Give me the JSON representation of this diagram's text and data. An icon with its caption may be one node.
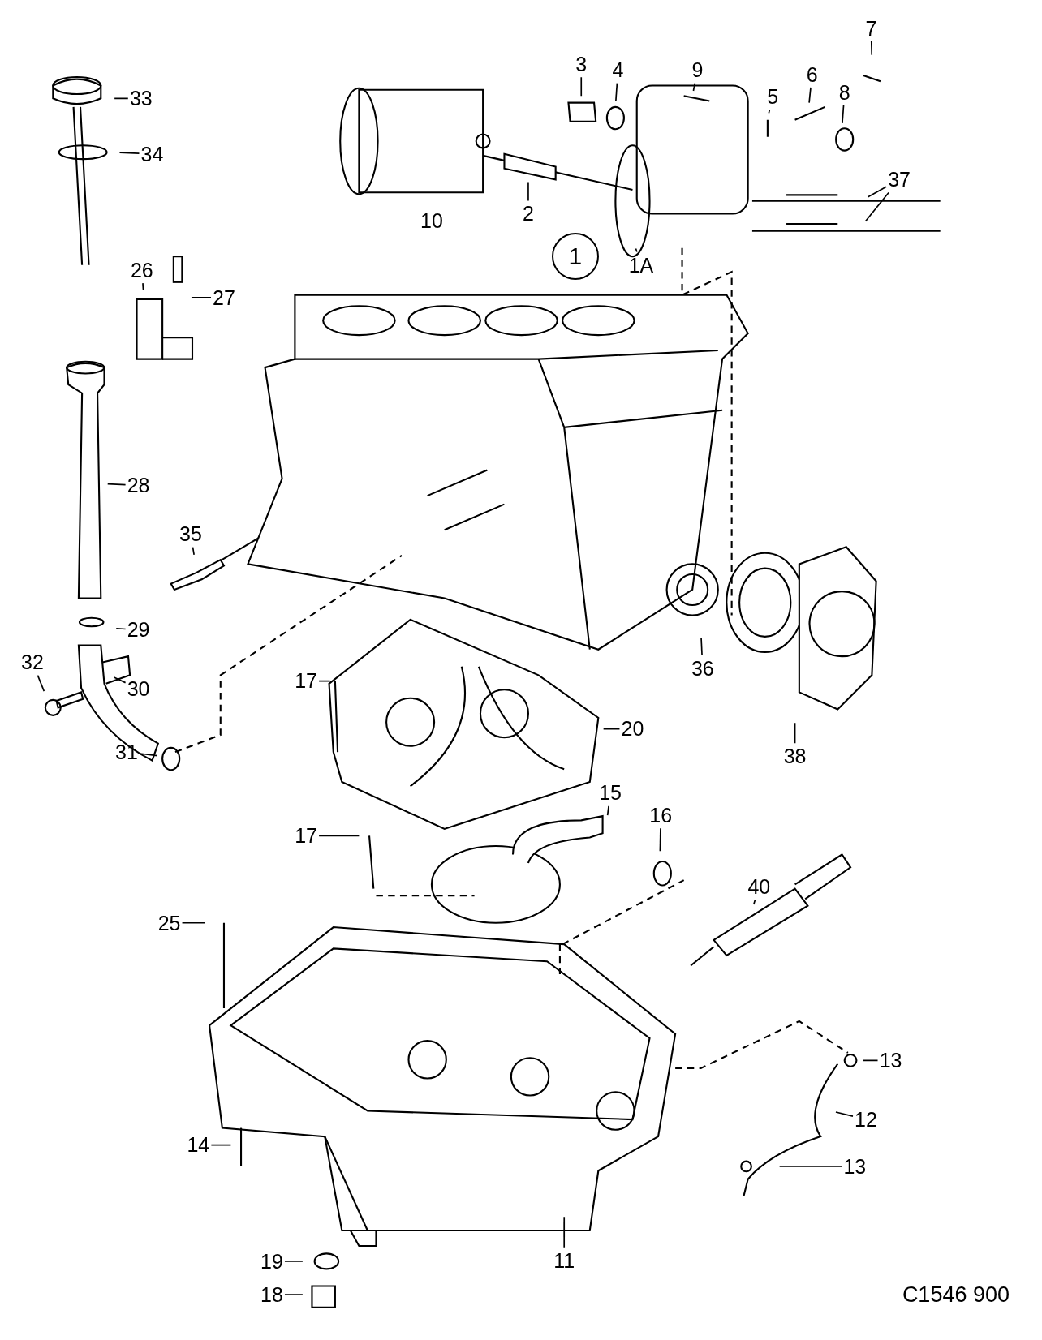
{
  "diagram": {
    "nodes": [
      {
        "text": [
          "7"
        ]
      },
      {
        "text": [
          "33"
        ]
      },
      {
        "text": [
          "9"
        ]
      },
      {
        "text": [
          "3"
        ]
      },
      {
        "text": [
          "4"
        ]
      },
      {
        "text": [
          "6"
        ]
      },
      {
        "text": [
          "8"
        ]
      },
      {
        "text": [
          "5"
        ]
      },
      {
        "text": [
          "34"
        ]
      },
      {
        "text": [
          "2"
        ]
      },
      {
        "text": [
          "10"
        ]
      },
      {
        "text": [
          "37"
        ]
      },
      {
        "text": [
          "1A"
        ]
      },
      {
        "text": [
          "1"
        ]
      },
      {
        "text": [
          "26"
        ]
      },
      {
        "text": [
          "27"
        ]
      },
      {
        "text": [
          "28"
        ]
      },
      {
        "text": [
          "35"
        ]
      },
      {
        "text": [
          "29"
        ]
      },
      {
        "text": [
          "32"
        ]
      },
      {
        "text": [
          "30"
        ]
      },
      {
        "text": [
          "36"
        ]
      },
      {
        "text": [
          "17"
        ]
      },
      {
        "text": [
          "20"
        ]
      },
      {
        "text": [
          "31"
        ]
      },
      {
        "text": [
          "38"
        ]
      },
      {
        "text": [
          "15"
        ]
      },
      {
        "text": [
          "16"
        ]
      },
      {
        "text": [
          "17"
        ]
      },
      {
        "text": [
          "40"
        ]
      },
      {
        "text": [
          "25"
        ]
      },
      {
        "text": [
          "13"
        ]
      },
      {
        "text": [
          "12"
        ]
      },
      {
        "text": [
          "14"
        ]
      },
      {
        "text": [
          "13"
        ]
      },
      {
        "text": [
          "11"
        ]
      },
      {
        "text": [
          "19"
        ]
      },
      {
        "text": [
          "18"
        ]
      }
    ],
    "edges": [
      {
        "from": 0,
        "to": null,
        "arrow": "none"
      },
      {
        "from": 1,
        "to": null,
        "arrow": "none"
      },
      {
        "from": 2,
        "to": null,
        "arrow": "none"
      },
      {
        "from": 3,
        "to": null,
        "arrow": "none"
      },
      {
        "from": 4,
        "to": null,
        "arrow": "none"
      },
      {
        "from": 5,
        "to": null,
        "arrow": "none"
      },
      {
        "from": 6,
        "to": null,
        "arrow": "none"
      },
      {
        "from": 7,
        "to": null,
        "arrow": "none"
      },
      {
        "from": 8,
        "to": null,
        "arrow": "none"
      },
      {
        "from": 9,
        "to": null,
        "arrow": "none"
      },
      {
        "from": 11,
        "to": null,
        "arrow": "none"
      },
      {
        "from": 11,
        "to": null,
        "arrow": "none"
      },
      {
        "from": 12,
        "to": null,
        "arrow": "none"
      },
      {
        "from": 14,
        "to": null,
        "arrow": "none"
      },
      {
        "from": 15,
        "to": null,
        "arrow": "none"
      },
      {
        "from": 16,
        "to": null,
        "arrow": "none"
      },
      {
        "from": 17,
        "to": null,
        "arrow": "none"
      },
      {
        "from": 18,
        "to": null,
        "arrow": "none"
      },
      {
        "from": 19,
        "to": null,
        "arrow": "none"
      },
      {
        "from": 20,
        "to": null,
        "arrow": "none"
      },
      {
        "from": 21,
        "to": null,
        "arrow": "none"
      },
      {
        "from": 22,
        "to": null,
        "arrow": "none"
      },
      {
        "from": 23,
        "to": null,
        "arrow": "none"
      },
      {
        "from": 24,
        "to": null,
        "arrow": "none"
      },
      {
        "from": 25,
        "to": null,
        "arrow": "none"
      },
      {
        "from": 26,
        "to": null,
        "arrow": "none"
      },
      {
        "from": 27,
        "to": null,
        "arrow": "none"
      },
      {
        "from": 28,
        "to": null,
        "arrow": "none"
      },
      {
        "from": 29,
        "to": null,
        "arrow": "none"
      },
      {
        "from": 30,
        "to": null,
        "arrow": "none"
      },
      {
        "from": 31,
        "to": null,
        "arrow": "none"
      },
      {
        "from": 32,
        "to": null,
        "arrow": "none"
      },
      {
        "from": 33,
        "to": null,
        "arrow": "none"
      },
      {
        "from": 34,
        "to": null,
        "arrow": "none"
      },
      {
        "from": 35,
        "to": null,
        "arrow": "none"
      },
      {
        "from": 36,
        "to": null,
        "arrow": "none"
      },
      {
        "from": 37,
        "to": null,
        "arrow": "none"
      }
    ],
    "labels": [
      "C1546 900"
    ]
  }
}
